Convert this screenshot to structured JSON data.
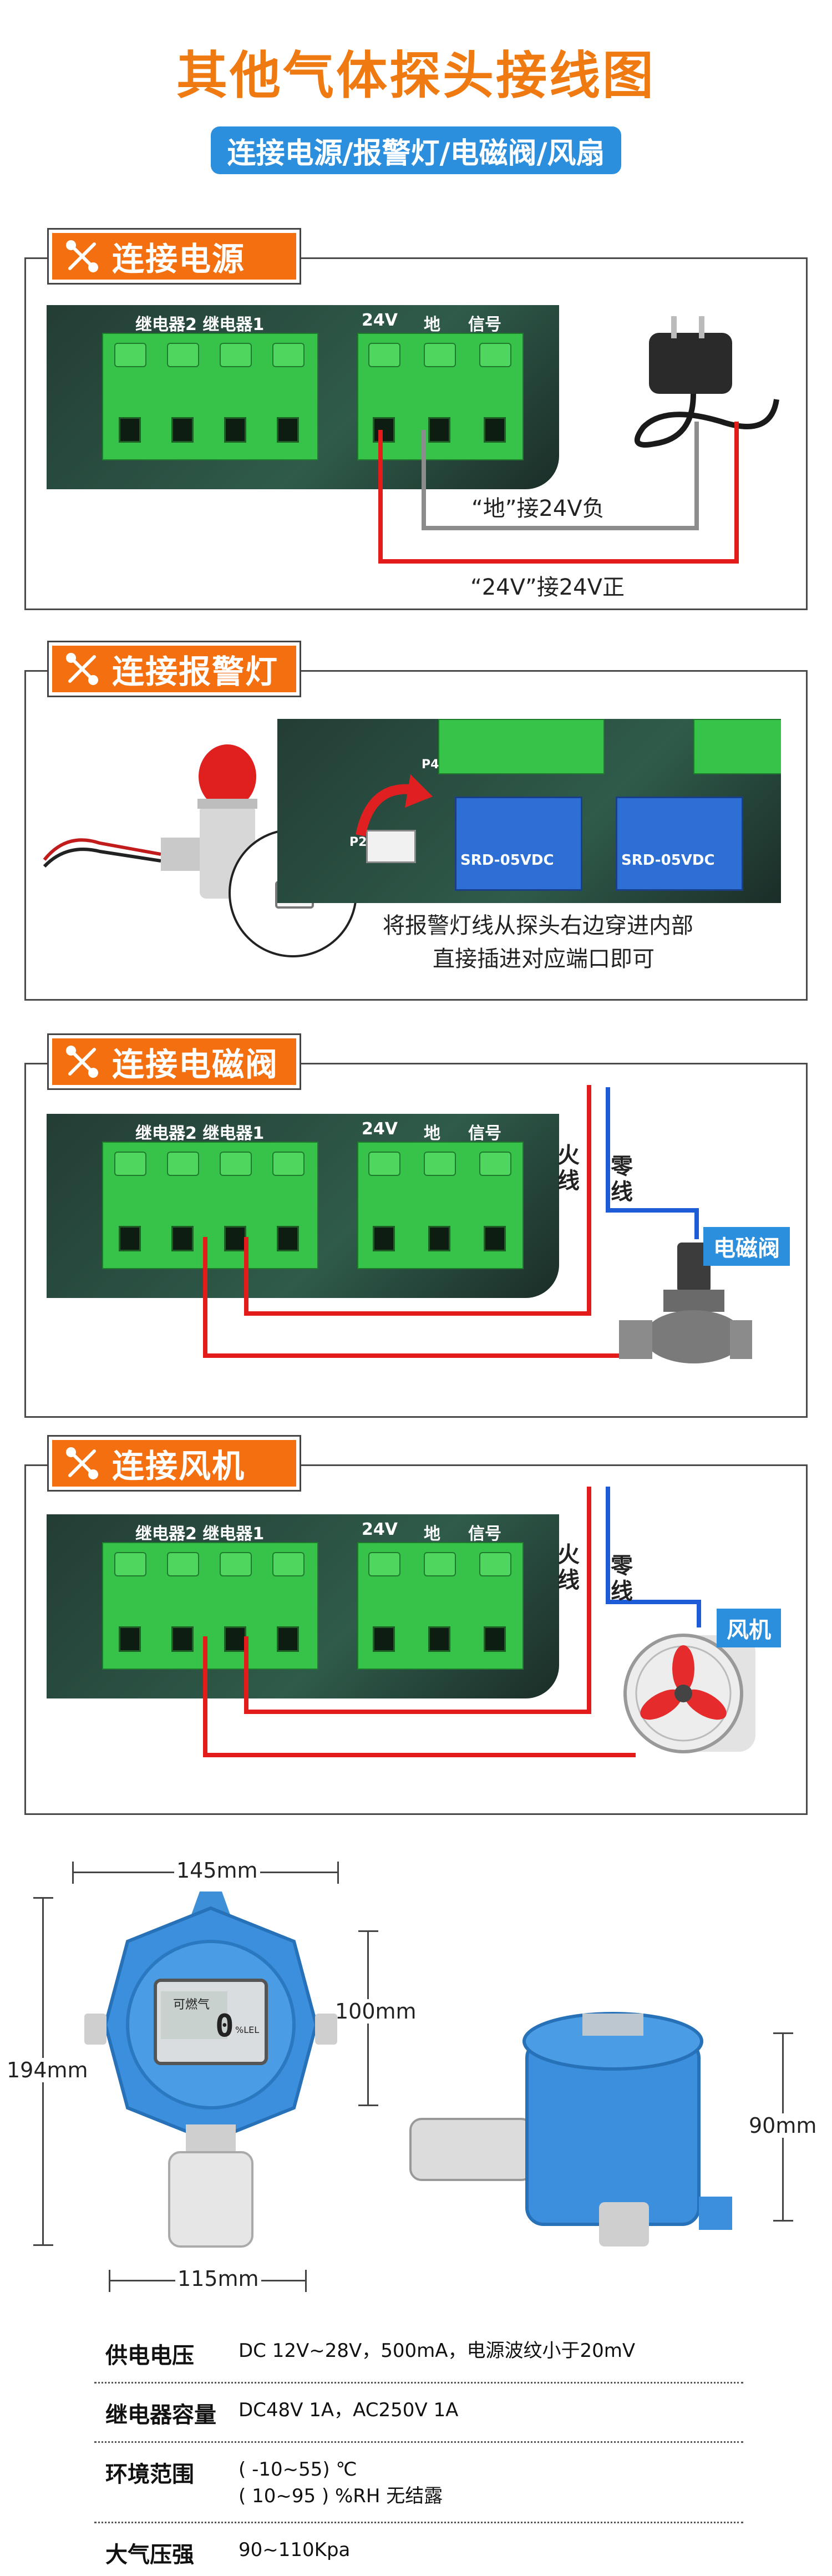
{
  "header": {
    "title": "其他气体探头接线图",
    "subtitle": "连接电源/报警灯/电磁阀/风扇"
  },
  "sections": {
    "power": {
      "tab_label": "连接电源",
      "terminals_left": "继电器2 继电器1",
      "terminal_24v": "24V",
      "terminal_ground": "地",
      "terminal_signal": "信号",
      "caption_ground": "“地”接24V负",
      "caption_24v": "“24V”接24V正"
    },
    "alarm_light": {
      "tab_label": "连接报警灯",
      "caption_line1": "将报警灯线从探头右边穿进内部",
      "caption_line2": "直接插进对应端口即可",
      "board_label_p4": "P4",
      "board_label_p2": "P2",
      "relay_text": "SRD-05VDC"
    },
    "solenoid": {
      "tab_label": "连接电磁阀",
      "live_wire": "火线",
      "neutral_wire": "零线",
      "device_tag": "电磁阀",
      "terminals_left": "继电器2 继电器1",
      "terminal_24v": "24V",
      "terminal_ground": "地",
      "terminal_signal": "信号"
    },
    "fan": {
      "tab_label": "连接风机",
      "live_wire": "火线",
      "neutral_wire": "零线",
      "device_tag": "风机",
      "terminals_left": "继电器2 继电器1",
      "terminal_24v": "24V",
      "terminal_ground": "地",
      "terminal_signal": "信号"
    }
  },
  "dimensions": {
    "width_top": "145mm",
    "height_right": "100mm",
    "height_total": "194mm",
    "width_bottom": "115mm",
    "side_height": "90mm",
    "display_reading": "0",
    "display_unit": "%LEL",
    "display_brand": "可燃气"
  },
  "specs": [
    {
      "key": "供电电压",
      "value": "DC 12V~28V，500mA，电源波纹小于20mV"
    },
    {
      "key": "继电器容量",
      "value": "DC48V 1A，AC250V 1A"
    },
    {
      "key": "环境范围",
      "value": "( -10~55) ℃",
      "value2": "( 10~95 ) %RH 无结露"
    },
    {
      "key": "大气压强",
      "value": "90~110Kpa"
    }
  ],
  "colors": {
    "title_orange": "#f07a12",
    "tab_orange": "#f36f0f",
    "pill_blue": "#2b8fde",
    "wire_red": "#e41b1b",
    "wire_blue": "#1e5bd6",
    "wire_grey": "#8c8c8c",
    "terminal_green": "#37c24a"
  }
}
